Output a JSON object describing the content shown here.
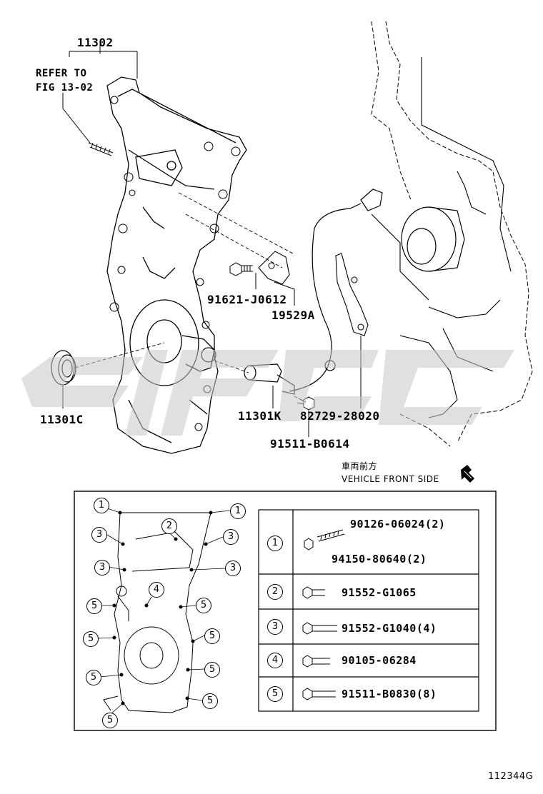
{
  "watermark": {
    "text": "CIFNC",
    "color": "#c8c8c8"
  },
  "labels": {
    "p11302": "11302",
    "refer_line1": "REFER TO",
    "refer_line2": "FIG 13-02",
    "p91621": "91621-J0612",
    "p19529": "19529A",
    "p11301c": "11301C",
    "p11301k": "11301K",
    "p82729": "82729-28020",
    "p91511": "91511-B0614",
    "direction_jp": "車両前方",
    "direction_en": "VEHICLE FRONT SIDE",
    "figure_id": "112344G"
  },
  "callouts": [
    "1",
    "1",
    "2",
    "3",
    "3",
    "3",
    "3",
    "4",
    "5",
    "5",
    "5",
    "5",
    "5",
    "5",
    "5",
    "5"
  ],
  "bolt_table": [
    {
      "key": "1",
      "parts": [
        "90126-06024(2)",
        "94150-80640(2)"
      ]
    },
    {
      "key": "2",
      "parts": [
        "91552-G1065"
      ]
    },
    {
      "key": "3",
      "parts": [
        "91552-G1040(4)"
      ]
    },
    {
      "key": "4",
      "parts": [
        "90105-06284"
      ]
    },
    {
      "key": "5",
      "parts": [
        "91511-B0830(8)"
      ]
    }
  ]
}
